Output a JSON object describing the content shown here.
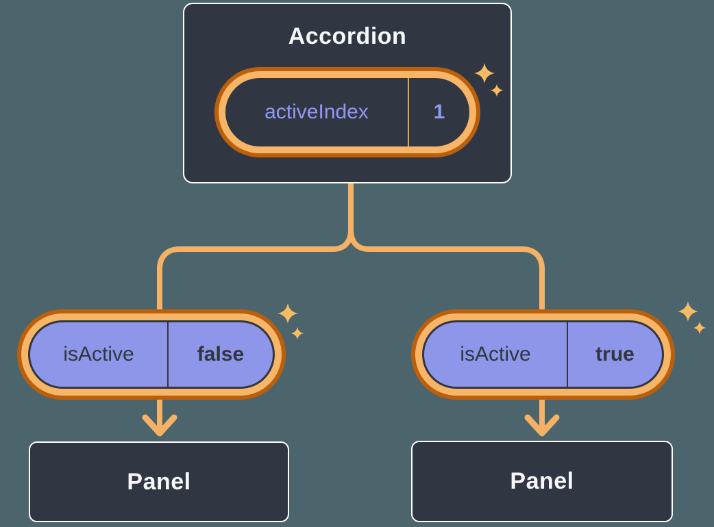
{
  "colors": {
    "background": "#4C646C",
    "node_fill": "#313742",
    "node_border": "#FFFFFF",
    "pill_fill_purple": "#8D96E8",
    "pill_ring_orange_light": "#F7B667",
    "pill_ring_orange_dark": "#BA600D",
    "connector_orange": "#F5B266",
    "sparkle_orange": "#F6BB63",
    "text_light": "#F6F7F9",
    "text_dark": "#31363F",
    "text_purple": "#8F99F3"
  },
  "accordion": {
    "title": "Accordion",
    "state_pill": {
      "key": "activeIndex",
      "value": "1"
    }
  },
  "children": [
    {
      "prop_pill": {
        "key": "isActive",
        "value": "false"
      },
      "panel_label": "Panel"
    },
    {
      "prop_pill": {
        "key": "isActive",
        "value": "true"
      },
      "panel_label": "Panel"
    }
  ]
}
